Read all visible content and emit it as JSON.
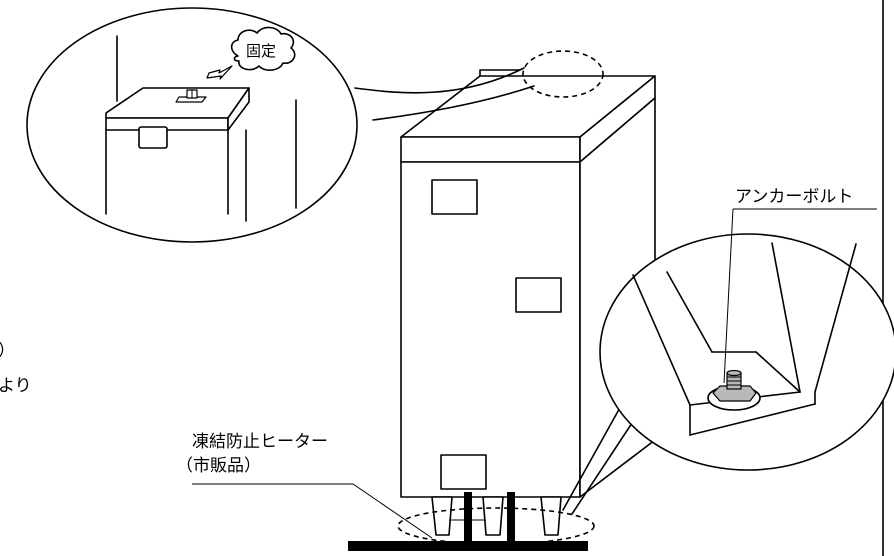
{
  "labels": {
    "fixed_bubble": "固定",
    "anchor_bolt": "アンカーボルト",
    "heater_line1": "凍結防止ヒーター",
    "heater_line2": "（市販品）",
    "cropped_left_1": "）",
    "cropped_left_2": "より"
  },
  "icons": {
    "fixing_bracket": "bracket-icon",
    "pointer_arrow": "arrow-icon",
    "anchor_bolt_nut": "bolt-nut-icon"
  }
}
